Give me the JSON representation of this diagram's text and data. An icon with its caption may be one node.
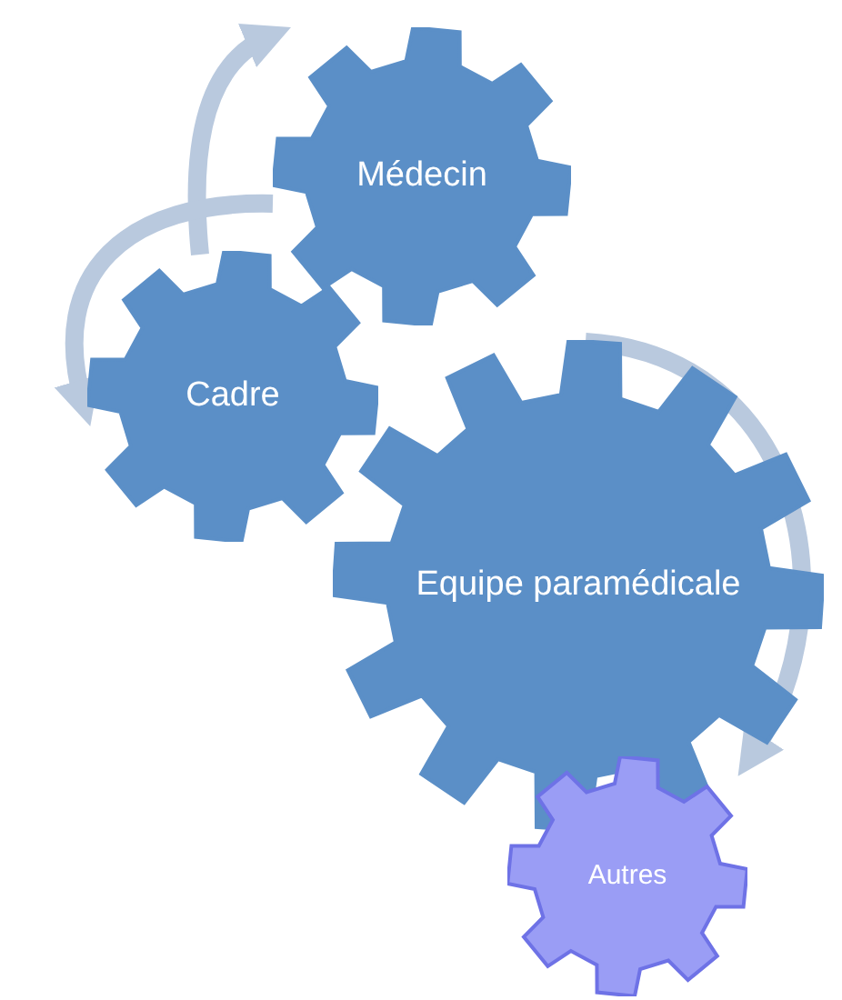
{
  "diagram": {
    "nodes": [
      {
        "text": [
          "Médecin"
        ]
      },
      {
        "text": [
          "Cadre"
        ]
      },
      {
        "text": [
          "Equipe paramédicale"
        ]
      },
      {
        "text": [
          "Autres"
        ]
      }
    ],
    "edges": [
      {
        "from": 1,
        "to": 0,
        "arrow": "to"
      },
      {
        "from": 0,
        "to": 1,
        "arrow": "to"
      },
      {
        "from": 2,
        "to": 3,
        "arrow": "to"
      }
    ]
  }
}
